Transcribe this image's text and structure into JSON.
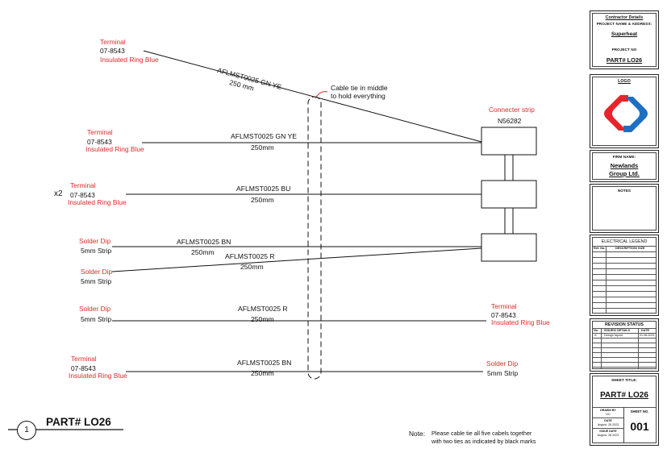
{
  "diagram": {
    "terminal_1": {
      "type": "Terminal",
      "code": "07-8543",
      "desc": "Insulated Ring Blue"
    },
    "wire_1": {
      "name": "AFLMST0025 GN YE",
      "length": "250 mm"
    },
    "cable_tie_note": [
      "Cable tie in middle",
      "to hold everything"
    ],
    "connector_strip": {
      "label": "Connecter strip",
      "code": "N56282"
    },
    "terminal_2": {
      "type": "Terminal",
      "code": "07-8543",
      "desc": "Insulated Ring Blue"
    },
    "wire_2": {
      "name": "AFLMST0025 GN YE",
      "length": "250mm"
    },
    "terminal_3": {
      "multiplier": "x2",
      "type": "Terminal",
      "code": "07-8543",
      "desc": "Insulated Ring Blue"
    },
    "wire_3": {
      "name": "AFLMST0025 BU",
      "length": "250mm"
    },
    "solder_1": {
      "type": "Solder Dip",
      "strip": "5mm Strip"
    },
    "wire_4": {
      "name": "AFLMST0025 BN",
      "length": "250mm"
    },
    "wire_5": {
      "name": "AFLMST0025 R",
      "length": "250mm"
    },
    "solder_2": {
      "type": "Solder Dip",
      "strip": "5mm Strip"
    },
    "solder_3": {
      "type": "Solder Dip",
      "strip": "5mm Strip"
    },
    "wire_6": {
      "name": "AFLMST0025 R",
      "length": "250mm"
    },
    "terminal_4": {
      "type": "Terminal",
      "code": "07-8543",
      "desc": "Insulated Ring Blue"
    },
    "terminal_5": {
      "type": "Terminal",
      "code": "07-8543",
      "desc": "Insulated Ring Blue"
    },
    "wire_7": {
      "name": "AFLMST0025 BN",
      "length": "250mm"
    },
    "solder_4": {
      "type": "Solder Dip",
      "strip": "5mm Strip"
    },
    "view_number": "1",
    "view_title": "PART#  LO26",
    "note_label": "Note:",
    "note_text": [
      "Please cable tie all five cabels together",
      "with two ties as indicated by black marks"
    ]
  },
  "title_block": {
    "contractor": {
      "heading": "Contractor Details",
      "project_name_label": "PROJECT NAME & ADDRESS:",
      "project_name": "Superheat",
      "project_no_label": "PROJECT NO",
      "project_no": "PART#  LO26"
    },
    "logo": {
      "label": "LOGO",
      "color_red": "#e5242b",
      "color_blue": "#1d6fc2"
    },
    "firm": {
      "label": "FIRM NAME:",
      "name_1": "Newlands",
      "name_2": "Group Ltd."
    },
    "notes": {
      "label": "NOTES"
    },
    "legend": {
      "title": "ELECTRICAL LEGEND",
      "col_1": "Ref. No.",
      "col_2": "DESCRIPTION/ SIZE"
    },
    "revision": {
      "title": "REVISION STATUS",
      "col_1": "No.",
      "col_2": "ISSUES/ DETAILS",
      "col_3": "DATE",
      "row_1_no": "A",
      "row_1_detail": "Design layout",
      "row_1_date": "01-08-2023"
    },
    "sheet": {
      "title_label": "SHEET TITLE:",
      "title": "PART#  LO26",
      "drawn_by_label": "DRAWN BY",
      "drawn_by": "UC",
      "date_label": "DATE",
      "date": "August, 28 2023",
      "issue_date_label": "ISSUE DATE",
      "issue_date": "August, 28 2023",
      "sheet_no_label": "SHEET NO.",
      "sheet_no": "001"
    }
  }
}
